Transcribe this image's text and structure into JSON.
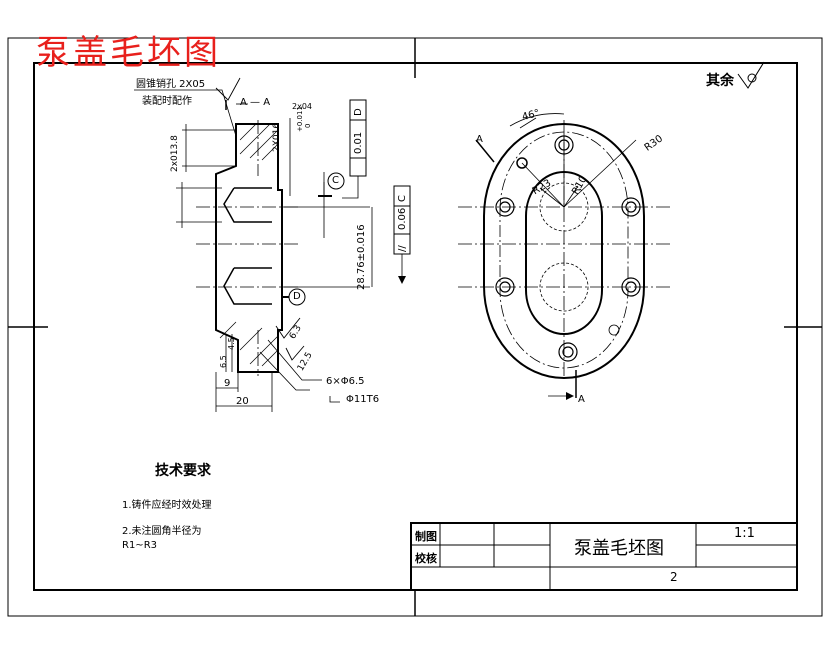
{
  "title_red": "泵盖毛坯图",
  "top_right_note": "其余",
  "labels": {
    "hole_note_1": "圆锥销孔 2X05",
    "hole_note_2": "装配时配作",
    "section_a_a": "A — A",
    "dim_2x04": "2x04",
    "dim_2x016": "2X016",
    "dim_tol_011": "+0.011",
    "dim_tol_0": "0",
    "dim_2x013": "2x013.8",
    "dim_28": "28.76±0.016",
    "tol_frame_top": [
      "0.01",
      "D"
    ],
    "tol_frame_c": [
      "//",
      "0.06",
      "C"
    ],
    "datum_c": "C",
    "datum_d": "D",
    "dim_6_3": "6.3",
    "dim_12_5": "12.5",
    "dim_6x": "6×Φ6.5",
    "dim_o11": "Φ11T6",
    "dim_9": "9",
    "dim_20": "20",
    "dim_6_5": "6.5",
    "dim_4_5": "4.5",
    "angle_46": "46°",
    "r30": "R30",
    "r23": "R23",
    "r10": "R10",
    "a_left": "A",
    "a_bottom": "A"
  },
  "tech_requirements": {
    "heading": "技术要求",
    "item1": "1.铸件应经时效处理",
    "item2": "2.未注圆角半径为",
    "item3": "R1~R3"
  },
  "title_block": {
    "drawn_label": "制图",
    "checked_label": "校核",
    "part_name": "泵盖毛坯图",
    "scale": "1:1",
    "sheet": "2"
  },
  "colors": {
    "line": "#000000",
    "title_red": "#e8201c"
  }
}
